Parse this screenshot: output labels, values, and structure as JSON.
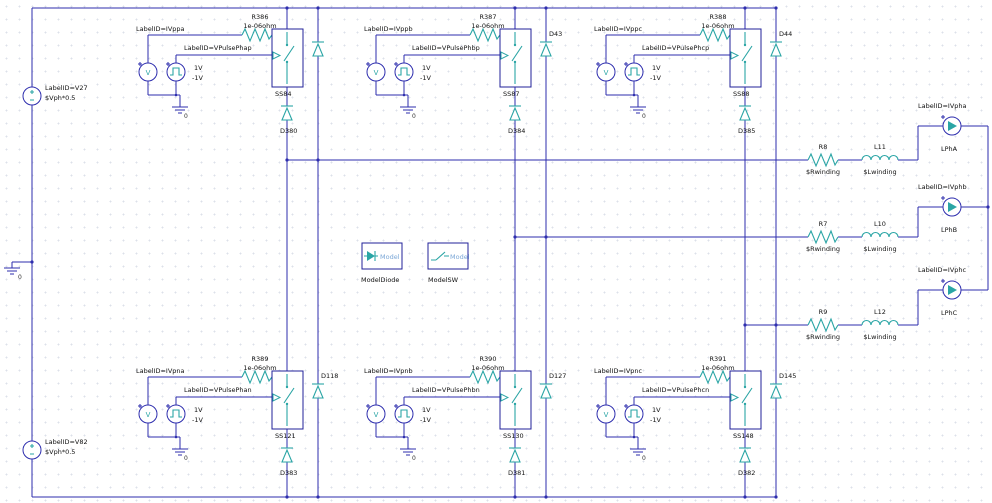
{
  "symbols": {
    "vsource_glyph": "V",
    "zero": "0"
  },
  "left": {
    "v27": {
      "label": "LabelID=V27",
      "value": "$Vph*0.5"
    },
    "v82": {
      "label": "LabelID=V82",
      "value": "$Vph*0.5"
    }
  },
  "top_cells": [
    {
      "meter_label": "LabelID=IVppa",
      "res_name": "R386",
      "res_value": "1e-06ohm",
      "pulse_label": "LabelID=VPulsePhap",
      "pulse_v1": "1V",
      "pulse_v2": "-1V",
      "switch_name": "SS84",
      "series_diode": "D380",
      "clamp_diode": ""
    },
    {
      "meter_label": "LabelID=IVppb",
      "res_name": "R387",
      "res_value": "1e-06ohm",
      "pulse_label": "LabelID=VPulsePhbp",
      "pulse_v1": "1V",
      "pulse_v2": "-1V",
      "switch_name": "SS87",
      "series_diode": "D384",
      "clamp_diode": "D43"
    },
    {
      "meter_label": "LabelID=IVppc",
      "res_name": "R388",
      "res_value": "1e-06ohm",
      "pulse_label": "LabelID=VPulsePhcp",
      "pulse_v1": "1V",
      "pulse_v2": "-1V",
      "switch_name": "SS88",
      "series_diode": "D385",
      "clamp_diode": "D44"
    }
  ],
  "bottom_cells": [
    {
      "meter_label": "LabelID=IVpna",
      "res_name": "R389",
      "res_value": "1e-06ohm",
      "pulse_label": "LabelID=VPulsePhan",
      "pulse_v1": "1V",
      "pulse_v2": "-1V",
      "switch_name": "SS121",
      "series_diode": "D383",
      "clamp_diode": "D118"
    },
    {
      "meter_label": "LabelID=IVpnb",
      "res_name": "R390",
      "res_value": "1e-06ohm",
      "pulse_label": "LabelID=VPulsePhbn",
      "pulse_v1": "1V",
      "pulse_v2": "-1V",
      "switch_name": "SS130",
      "series_diode": "D381",
      "clamp_diode": "D127"
    },
    {
      "meter_label": "LabelID=IVpnc",
      "res_name": "R391",
      "res_value": "1e-06ohm",
      "pulse_label": "LabelID=VPulsePhcn",
      "pulse_v1": "1V",
      "pulse_v2": "-1V",
      "switch_name": "SS148",
      "series_diode": "D382",
      "clamp_diode": "D145"
    }
  ],
  "phases": [
    {
      "meter_label": "LabelID=IVpha",
      "meter_name": "LPhA",
      "res_name": "R8",
      "res_value": "$Rwinding",
      "ind_name": "L11",
      "ind_value": "$Lwinding"
    },
    {
      "meter_label": "LabelID=IVphb",
      "meter_name": "LPhB",
      "res_name": "R7",
      "res_value": "$Rwinding",
      "ind_name": "L10",
      "ind_value": "$Lwinding"
    },
    {
      "meter_label": "LabelID=IVphc",
      "meter_name": "LPhC",
      "res_name": "R9",
      "res_value": "$Rwinding",
      "ind_name": "L12",
      "ind_value": "$Lwinding"
    }
  ],
  "model_blocks": [
    {
      "inner_text": "Model",
      "caption": "ModelDiode"
    },
    {
      "inner_text": "Model",
      "caption": "ModelSW"
    }
  ]
}
